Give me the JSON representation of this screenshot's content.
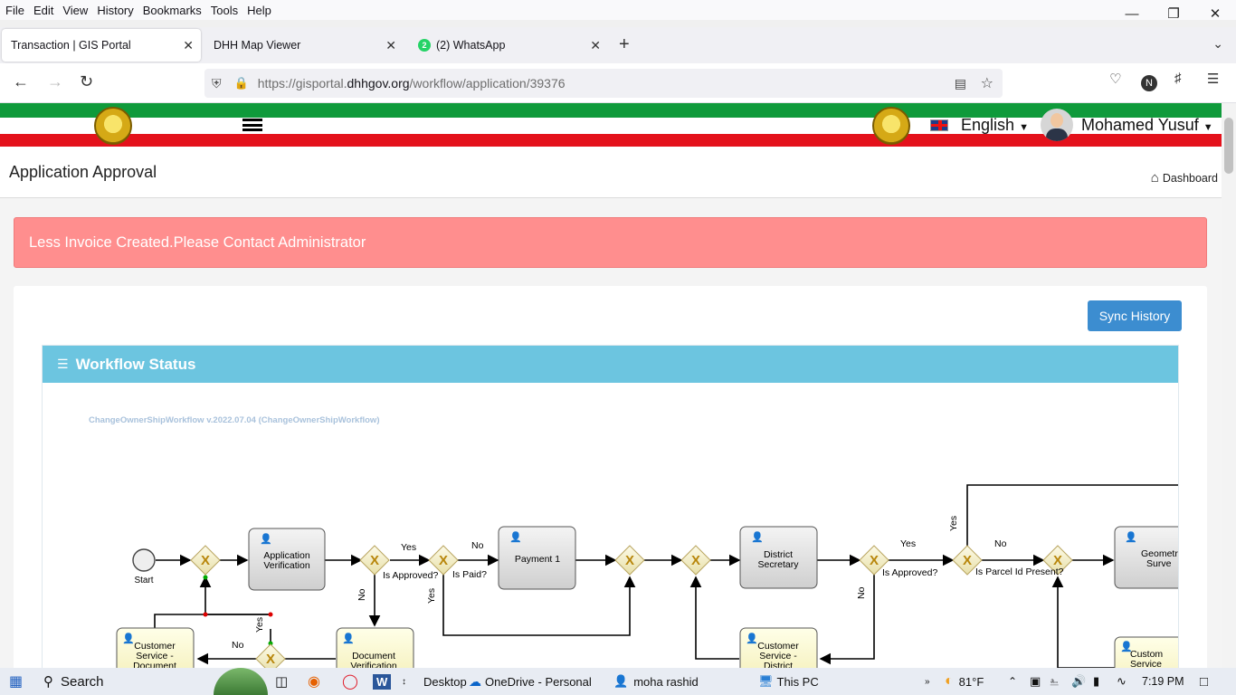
{
  "menu": [
    "File",
    "Edit",
    "View",
    "History",
    "Bookmarks",
    "Tools",
    "Help"
  ],
  "tabs": [
    {
      "label": "Transaction | GIS Portal",
      "active": true
    },
    {
      "label": "DHH Map Viewer",
      "active": false
    },
    {
      "label": "(2) WhatsApp",
      "active": false,
      "badge": "2"
    }
  ],
  "url": {
    "prefix": "https://gisportal.",
    "domain": "dhhgov.org",
    "path": "/workflow/application/39376"
  },
  "header": {
    "language": "English",
    "user": "Mohamed Yusuf"
  },
  "page": {
    "title": "Application Approval",
    "breadcrumb": "Dashboard"
  },
  "alert": "Less Invoice Created.Please Contact Administrator",
  "sync_button": "Sync History",
  "workflow": {
    "title": "Workflow Status",
    "name": "ChangeOwnerShipWorkflow v.2022.07.04 (ChangeOwnerShipWorkflow)",
    "labels": {
      "start": "Start",
      "app_verification": [
        "Application",
        "Verification"
      ],
      "payment": "Payment 1",
      "district_secretary": [
        "District",
        "Secretary"
      ],
      "geometric_survey": [
        "Geometr",
        "Surve"
      ],
      "cs_document": [
        "Customer",
        "Service -",
        "Document"
      ],
      "doc_verification": [
        "Document",
        "Verification"
      ],
      "cs_district": [
        "Customer",
        "Service -",
        "District"
      ],
      "cs_right": [
        "Custom",
        "Service"
      ],
      "is_approved": "Is Approved?",
      "is_paid": "Is Paid?",
      "is_parcel": "Is Parcel Id Present?",
      "yes": "Yes",
      "no": "No"
    }
  },
  "taskbar": {
    "search": "Search",
    "desktop": "Desktop",
    "onedrive": "OneDrive - Personal",
    "user": "moha rashid",
    "thispc": "This PC",
    "weather": "81°F",
    "time": "7:19 PM"
  }
}
